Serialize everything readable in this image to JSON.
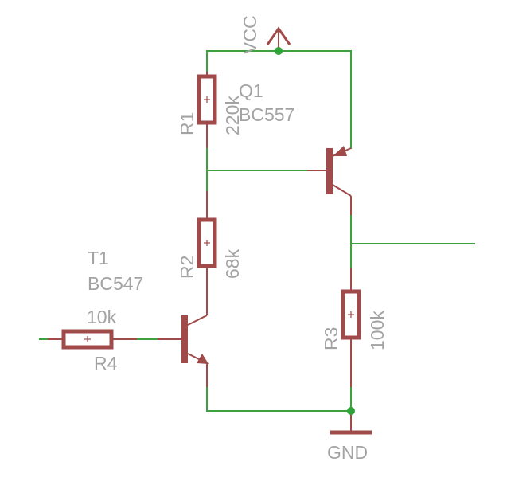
{
  "colors": {
    "wire": "#3ea13e",
    "part": "#a04a4a",
    "junction": "#2fa33a",
    "label": "#a3a3a3",
    "background": "#ffffff"
  },
  "icons": {
    "vcc": "vcc-supply-icon",
    "gnd": "ground-icon"
  },
  "supply": {
    "vcc": "VCC",
    "gnd": "GND"
  },
  "parts": {
    "r1": {
      "name": "R1",
      "value": "220k"
    },
    "r2": {
      "name": "R2",
      "value": "68k"
    },
    "r3": {
      "name": "R3",
      "value": "100k"
    },
    "r4": {
      "name": "R4",
      "value": "10k"
    },
    "q1": {
      "name": "Q1",
      "model": "BC557"
    },
    "t1": {
      "name": "T1",
      "model": "BC547"
    }
  }
}
